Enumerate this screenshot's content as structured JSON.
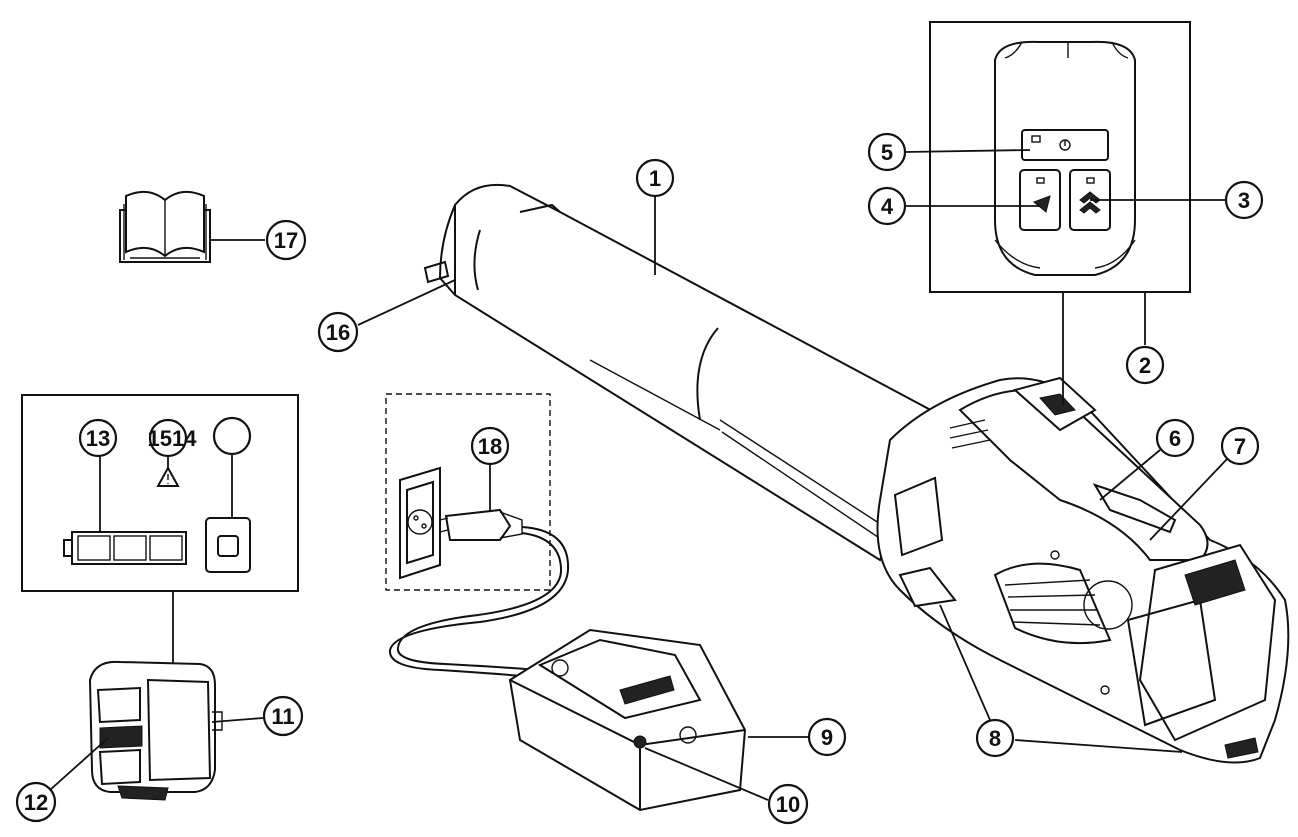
{
  "diagram": {
    "callouts": [
      {
        "id": "1",
        "label": "1"
      },
      {
        "id": "2",
        "label": "2"
      },
      {
        "id": "3",
        "label": "3"
      },
      {
        "id": "4",
        "label": "4"
      },
      {
        "id": "5",
        "label": "5"
      },
      {
        "id": "6",
        "label": "6"
      },
      {
        "id": "7",
        "label": "7"
      },
      {
        "id": "8",
        "label": "8"
      },
      {
        "id": "9",
        "label": "9"
      },
      {
        "id": "10",
        "label": "10"
      },
      {
        "id": "11",
        "label": "11"
      },
      {
        "id": "12",
        "label": "12"
      },
      {
        "id": "13",
        "label": "13"
      },
      {
        "id": "15-14",
        "label": "1514"
      },
      {
        "id": "16",
        "label": "16"
      },
      {
        "id": "17",
        "label": "17"
      },
      {
        "id": "18",
        "label": "18"
      }
    ]
  }
}
